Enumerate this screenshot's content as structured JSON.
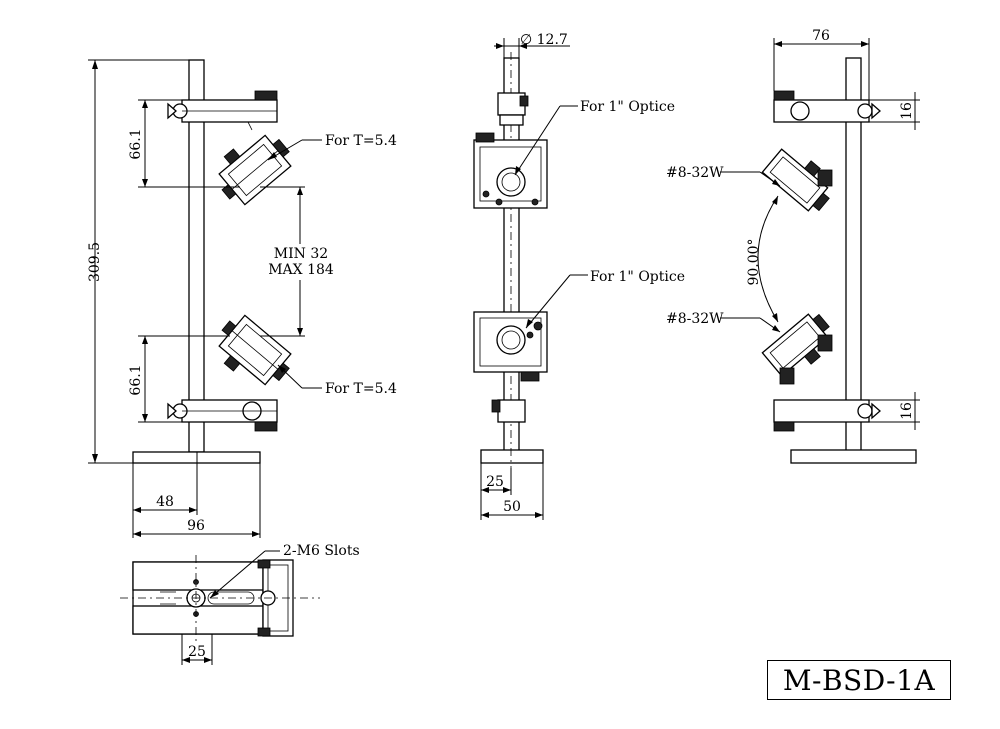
{
  "front_view": {
    "dim_total_height": "309.5",
    "dim_upper_spacing": "66.1",
    "dim_lower_spacing": "66.1",
    "dim_min": "MIN 32",
    "dim_max": "MAX 184",
    "callout_upper": "For T=5.4",
    "callout_lower": "For T=5.4",
    "dim_base_half": "48",
    "dim_base_width": "96"
  },
  "side_view": {
    "dim_rod_diameter": "∅ 12.7",
    "callout_upper": "For 1\" Optice",
    "callout_lower": "For 1\" Optice",
    "dim_offset": "25",
    "dim_base_width": "50"
  },
  "rear_view": {
    "dim_width": "76",
    "dim_top_height": "16",
    "dim_bottom_height": "16",
    "callout_upper_thread": "#8-32W",
    "callout_lower_thread": "#8-32W",
    "dim_angle": "90.00°"
  },
  "top_view": {
    "callout_slots": "2-M6 Slots",
    "dim_offset": "25"
  },
  "model_label": "M-BSD-1A"
}
